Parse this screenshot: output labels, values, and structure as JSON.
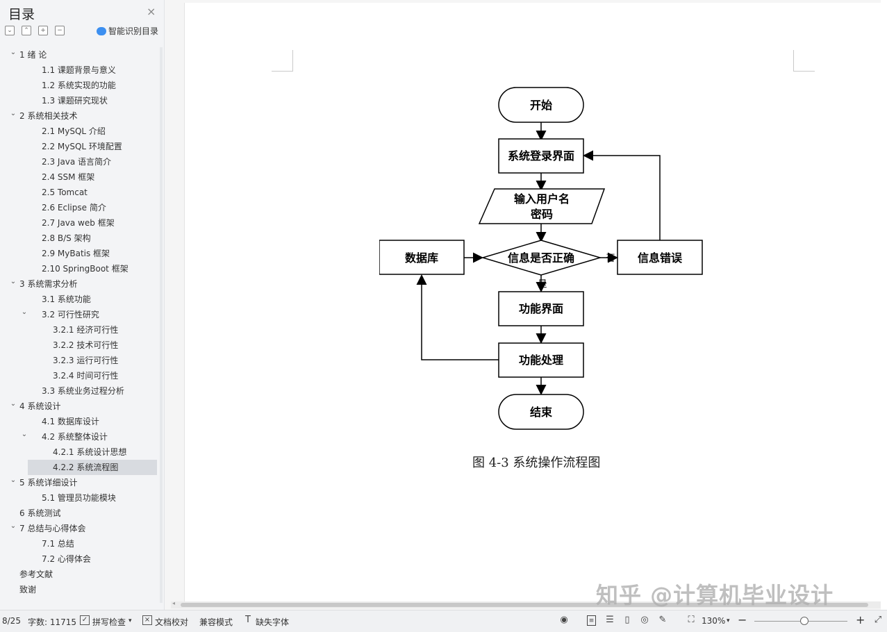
{
  "sidebar": {
    "title": "目录",
    "close": "×",
    "tools": [
      "⌄",
      "⌃",
      "+",
      "−"
    ],
    "smart_toc": "智能识别目录",
    "items": [
      {
        "label": "1 绪 论",
        "level": 0,
        "expanded": true
      },
      {
        "label": "1.1 课题背景与意义",
        "level": 1
      },
      {
        "label": "1.2 系统实现的功能",
        "level": 1
      },
      {
        "label": "1.3 课题研究现状",
        "level": 1
      },
      {
        "label": "2 系统相关技术",
        "level": 0,
        "expanded": true
      },
      {
        "label": "2.1 MySQL 介绍",
        "level": 1
      },
      {
        "label": "2.2 MySQL 环境配置",
        "level": 1
      },
      {
        "label": "2.3 Java 语言简介",
        "level": 1
      },
      {
        "label": "2.4 SSM 框架",
        "level": 1
      },
      {
        "label": "2.5 Tomcat",
        "level": 1
      },
      {
        "label": "2.6 Eclipse 简介",
        "level": 1
      },
      {
        "label": "2.7 Java web 框架",
        "level": 1
      },
      {
        "label": "2.8 B/S 架构",
        "level": 1
      },
      {
        "label": "2.9 MyBatis 框架",
        "level": 1
      },
      {
        "label": "2.10 SpringBoot 框架",
        "level": 1
      },
      {
        "label": "3 系统需求分析",
        "level": 0,
        "expanded": true
      },
      {
        "label": "3.1 系统功能",
        "level": 1
      },
      {
        "label": "3.2 可行性研究",
        "level": 1,
        "expanded": true
      },
      {
        "label": "3.2.1 经济可行性",
        "level": 2
      },
      {
        "label": "3.2.2 技术可行性",
        "level": 2
      },
      {
        "label": "3.2.3 运行可行性",
        "level": 2
      },
      {
        "label": "3.2.4 时间可行性",
        "level": 2
      },
      {
        "label": "3.3 系统业务过程分析",
        "level": 1
      },
      {
        "label": "4 系统设计",
        "level": 0,
        "expanded": true
      },
      {
        "label": "4.1 数据库设计",
        "level": 1
      },
      {
        "label": "4.2 系统整体设计",
        "level": 1,
        "expanded": true
      },
      {
        "label": "4.2.1 系统设计思想",
        "level": 2
      },
      {
        "label": "4.2.2 系统流程图",
        "level": 2,
        "active": true
      },
      {
        "label": "5 系统详细设计",
        "level": 0,
        "expanded": true
      },
      {
        "label": "5.1 管理员功能模块",
        "level": 1
      },
      {
        "label": "6 系统测试",
        "level": 0
      },
      {
        "label": "7 总结与心得体会",
        "level": 0,
        "expanded": true
      },
      {
        "label": "7.1 总结",
        "level": 1
      },
      {
        "label": "7.2 心得体会",
        "level": 1
      },
      {
        "label": "参考文献",
        "level": 0
      },
      {
        "label": "致谢",
        "level": 0
      }
    ]
  },
  "flowchart": {
    "start": "开始",
    "login": "系统登录界面",
    "input_line1": "输入用户名",
    "input_line2": "密码",
    "check": "信息是否正确",
    "database": "数据库",
    "error": "信息错误",
    "no_label": "否",
    "yes_label": "是",
    "function_ui": "功能界面",
    "function_proc": "功能处理",
    "end": "结束"
  },
  "caption": "图 4-3 系统操作流程图",
  "watermark": "知乎 @计算机毕业设计",
  "status": {
    "page": "8/25",
    "word_count": "字数: 11715",
    "spell_check": "拼写检查",
    "doc_proof": "文档校对",
    "compat_mode": "兼容模式",
    "missing_font": "缺失字体",
    "zoom": "130%",
    "zoom_out": "−",
    "zoom_in": "+"
  },
  "icons": {
    "eye": "eye-icon",
    "page_view": "page-view-icon",
    "outline": "outline-icon",
    "book": "book-icon",
    "web": "globe-icon",
    "pen": "pen-icon",
    "fit": "fit-icon",
    "fullscreen": "fullscreen-icon"
  }
}
